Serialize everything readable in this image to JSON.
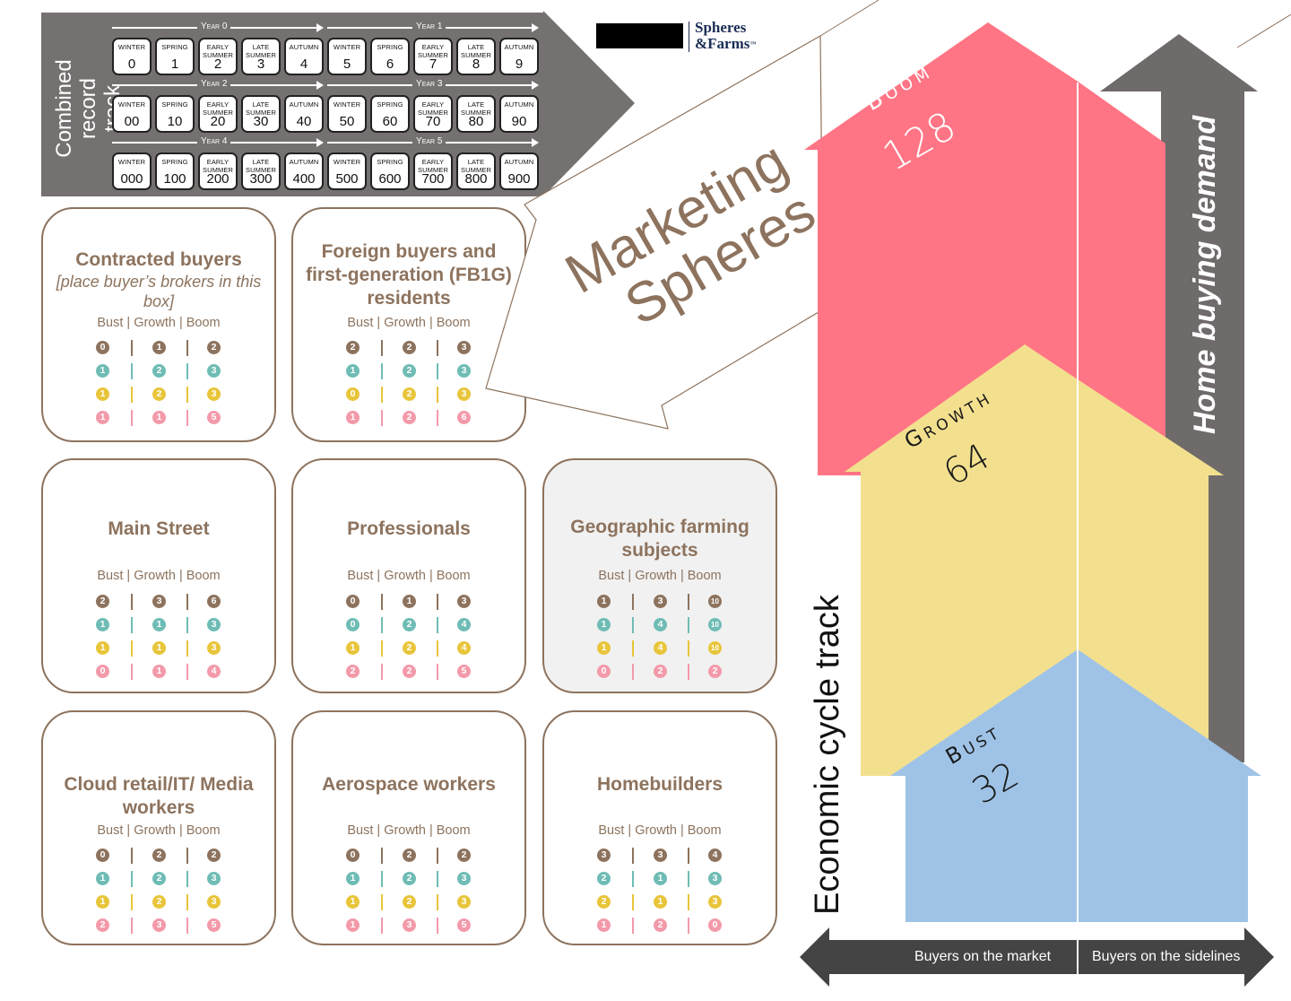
{
  "record_track": {
    "title_line1": "Combined",
    "title_line2": "record track",
    "years": [
      {
        "label": "Year 0",
        "cells": [
          {
            "season": "Winter",
            "value": "0"
          },
          {
            "season": "Spring",
            "value": "1"
          },
          {
            "season": "Early Summer",
            "value": "2"
          },
          {
            "season": "Late Summer",
            "value": "3"
          },
          {
            "season": "Autumn",
            "value": "4"
          }
        ]
      },
      {
        "label": "Year 1",
        "cells": [
          {
            "season": "Winter",
            "value": "5"
          },
          {
            "season": "Spring",
            "value": "6"
          },
          {
            "season": "Early Summer",
            "value": "7"
          },
          {
            "season": "Late Summer",
            "value": "8"
          },
          {
            "season": "Autumn",
            "value": "9"
          }
        ]
      },
      {
        "label": "Year 2",
        "cells": [
          {
            "season": "Winter",
            "value": "00"
          },
          {
            "season": "Spring",
            "value": "10"
          },
          {
            "season": "Early Summer",
            "value": "20"
          },
          {
            "season": "Late Summer",
            "value": "30"
          },
          {
            "season": "Autumn",
            "value": "40"
          }
        ]
      },
      {
        "label": "Year 3",
        "cells": [
          {
            "season": "Winter",
            "value": "50"
          },
          {
            "season": "Spring",
            "value": "60"
          },
          {
            "season": "Early Summer",
            "value": "70"
          },
          {
            "season": "Late Summer",
            "value": "80"
          },
          {
            "season": "Autumn",
            "value": "90"
          }
        ]
      },
      {
        "label": "Year 4",
        "cells": [
          {
            "season": "Winter",
            "value": "000"
          },
          {
            "season": "Spring",
            "value": "100"
          },
          {
            "season": "Early Summer",
            "value": "200"
          },
          {
            "season": "Late Summer",
            "value": "300"
          },
          {
            "season": "Autumn",
            "value": "400"
          }
        ]
      },
      {
        "label": "Year 5",
        "cells": [
          {
            "season": "Winter",
            "value": "500"
          },
          {
            "season": "Spring",
            "value": "600"
          },
          {
            "season": "Early Summer",
            "value": "700"
          },
          {
            "season": "Late Summer",
            "value": "800"
          },
          {
            "season": "Autumn",
            "value": "900"
          }
        ]
      }
    ]
  },
  "logo": {
    "line1": "Spheres",
    "line2": "&Farms",
    "tm": "™"
  },
  "marketing_label": {
    "line1": "Marketing",
    "line2": "Spheres"
  },
  "column_header": "Bust | Growth | Boom",
  "colors": {
    "brown": "#8d735e",
    "teal": "#6fbcb5",
    "yellow": "#e8c53a",
    "pink": "#f39aaa",
    "track_grey": "#757170",
    "boom": "#ff7585",
    "growth": "#f3e08f",
    "bust": "#9fc3e6",
    "demand_grey": "#6f6b6a",
    "axis_dark": "#444444"
  },
  "spheres": [
    {
      "title": "Contracted buyers",
      "subtitle": "[place buyer’s brokers in this box]",
      "rows": [
        [
          "0",
          "1",
          "2"
        ],
        [
          "1",
          "2",
          "3"
        ],
        [
          "1",
          "2",
          "3"
        ],
        [
          "1",
          "1",
          "5"
        ]
      ]
    },
    {
      "title": "Foreign buyers and first-generation (FB1G) residents",
      "subtitle": "",
      "rows": [
        [
          "2",
          "2",
          "3"
        ],
        [
          "1",
          "2",
          "3"
        ],
        [
          "0",
          "2",
          "3"
        ],
        [
          "1",
          "2",
          "6"
        ]
      ]
    },
    {
      "title": "Main Street",
      "subtitle": "",
      "rows": [
        [
          "2",
          "3",
          "6"
        ],
        [
          "1",
          "1",
          "3"
        ],
        [
          "1",
          "1",
          "3"
        ],
        [
          "0",
          "1",
          "4"
        ]
      ]
    },
    {
      "title": "Professionals",
      "subtitle": "",
      "rows": [
        [
          "0",
          "1",
          "3"
        ],
        [
          "0",
          "2",
          "4"
        ],
        [
          "1",
          "2",
          "4"
        ],
        [
          "2",
          "2",
          "5"
        ]
      ]
    },
    {
      "title": "Geographic farming subjects",
      "subtitle": "",
      "rows": [
        [
          "1",
          "3",
          "10"
        ],
        [
          "1",
          "4",
          "10"
        ],
        [
          "1",
          "4",
          "10"
        ],
        [
          "0",
          "2",
          "2"
        ]
      ]
    },
    {
      "title": "Cloud retail/IT/ Media workers",
      "subtitle": "",
      "rows": [
        [
          "0",
          "2",
          "2"
        ],
        [
          "1",
          "2",
          "3"
        ],
        [
          "1",
          "2",
          "3"
        ],
        [
          "2",
          "3",
          "5"
        ]
      ]
    },
    {
      "title": "Aerospace workers",
      "subtitle": "",
      "rows": [
        [
          "0",
          "2",
          "2"
        ],
        [
          "1",
          "2",
          "3"
        ],
        [
          "1",
          "2",
          "3"
        ],
        [
          "1",
          "3",
          "5"
        ]
      ]
    },
    {
      "title": "Homebuilders",
      "subtitle": "",
      "rows": [
        [
          "3",
          "3",
          "4"
        ],
        [
          "2",
          "1",
          "3"
        ],
        [
          "2",
          "1",
          "3"
        ],
        [
          "1",
          "2",
          "0"
        ]
      ]
    }
  ],
  "economy": {
    "boom": {
      "label": "Boom",
      "value": "128"
    },
    "growth": {
      "label": "Growth",
      "value": "64"
    },
    "bust": {
      "label": "Bust",
      "value": "32"
    },
    "cycle_track_label": "Economic cycle track",
    "demand_label": "Home buying demand",
    "buyers_market": "Buyers on the market",
    "buyers_sidelines": "Buyers on the sidelines"
  }
}
